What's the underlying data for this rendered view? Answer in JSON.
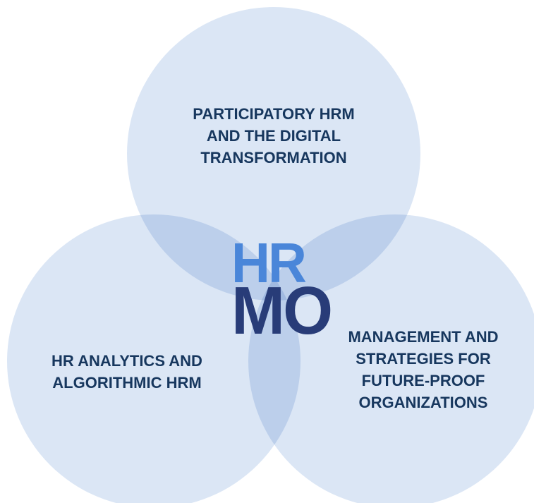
{
  "diagram": {
    "type": "venn",
    "circle_color": "#dbe6f5",
    "text_color": "#17375e",
    "circles": [
      {
        "id": "top",
        "lines": [
          "PARTICIPATORY HRM",
          "AND THE DIGITAL",
          "TRANSFORMATION"
        ]
      },
      {
        "id": "left",
        "lines": [
          "HR ANALYTICS AND",
          "ALGORITHMIC HRM"
        ]
      },
      {
        "id": "right",
        "lines": [
          "MANAGEMENT AND",
          "STRATEGIES FOR",
          "FUTURE-PROOF",
          "ORGANIZATIONS"
        ]
      }
    ],
    "logo": {
      "top_text": "HR",
      "bottom_text": "MO",
      "top_color": "#4a86d9",
      "bottom_color": "#283c78"
    }
  }
}
